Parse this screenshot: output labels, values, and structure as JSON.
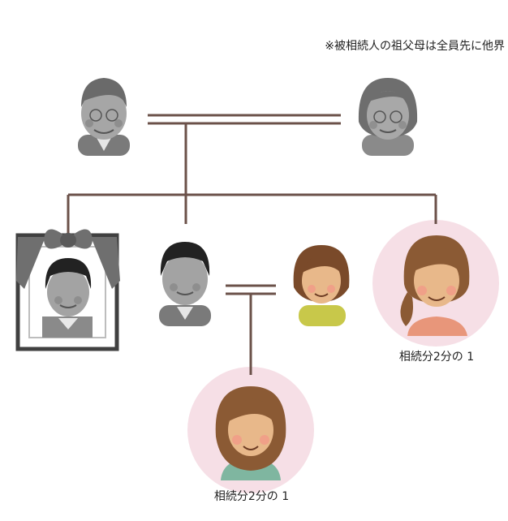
{
  "note": "※被相続人の祖父母は全員先に他界",
  "heirs": [
    {
      "role": "sibling",
      "share_label": "相続分2分の 1"
    },
    {
      "role": "niece",
      "share_label": "相続分2分の 1"
    }
  ],
  "colors": {
    "line": "#6b5149",
    "highlight_circle": "#f6dfe6",
    "frame": "#404040",
    "ribbon": "#6f6f6f",
    "deceased_gray": "#9a9a9a",
    "skin": "#e8b88a",
    "hair_brown": "#8b5a34",
    "shirt_yellow": "#c8c84a",
    "shirt_peach": "#e8967a",
    "shirt_teal": "#7fb6a0"
  },
  "icons": {
    "grandfather": "elderly-man-icon",
    "grandmother": "elderly-woman-icon",
    "deceased_person": "memorial-portrait-icon",
    "brother": "man-icon",
    "sister_in_law": "woman-icon",
    "sister": "woman-icon",
    "niece": "girl-icon"
  }
}
